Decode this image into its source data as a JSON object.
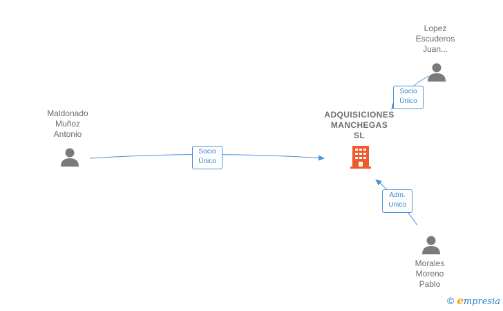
{
  "nodes": {
    "company": {
      "name": "ADQUISICIONES\nMANCHEGAS\nSL",
      "icon": "building-icon",
      "color": "#f05a28"
    },
    "maldonado": {
      "name": "Maldonado\nMuñoz\nAntonio",
      "icon": "person-icon"
    },
    "lopez": {
      "name": "Lopez\nEscuderos\nJuan...",
      "icon": "person-icon"
    },
    "morales": {
      "name": "Morales\nMoreno\nPablo",
      "icon": "person-icon"
    }
  },
  "edges": {
    "maldonado_company": {
      "label": "Socio\nÚnico"
    },
    "lopez_company": {
      "label": "Socio\nÚnico"
    },
    "morales_company": {
      "label": "Adm.\nUnico"
    }
  },
  "colors": {
    "edge": "#4a90d9",
    "person": "#7a7a7a",
    "company": "#f05a28"
  },
  "watermark": {
    "copyright": "©",
    "brand_initial": "e",
    "brand_rest": "mpresia"
  }
}
